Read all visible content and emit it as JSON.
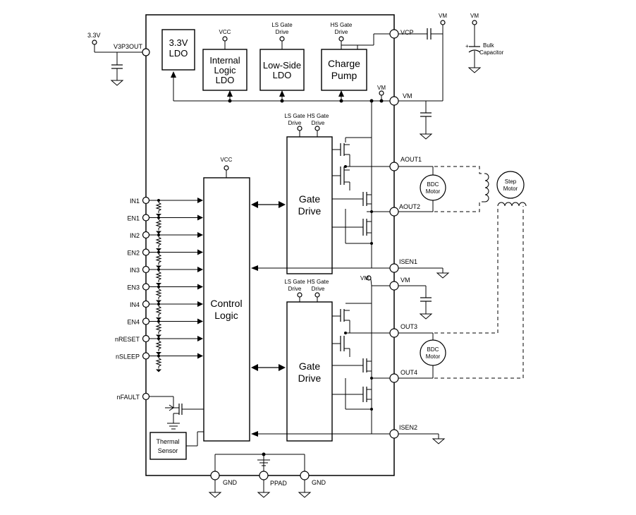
{
  "blocks": {
    "ldo33": [
      "3.3V",
      "LDO"
    ],
    "internal_logic": [
      "Internal",
      "Logic",
      "LDO"
    ],
    "low_side": [
      "Low-Side",
      "LDO"
    ],
    "charge_pump": [
      "Charge",
      "Pump"
    ],
    "control_logic": [
      "Control",
      "Logic"
    ],
    "gate_drive_top": [
      "Gate",
      "Drive"
    ],
    "gate_drive_bottom": [
      "Gate",
      "Drive"
    ],
    "thermal": [
      "Thermal",
      "Sensor"
    ]
  },
  "supply_labels": {
    "vcc": "VCC",
    "ls_gate_drive": [
      "LS Gate",
      "Drive"
    ],
    "hs_gate_drive": [
      "HS Gate",
      "Drive"
    ],
    "vm": "VM",
    "v33": "3.3V",
    "v3p3out": "V3P3OUT",
    "bulk": [
      "Bulk",
      "Capacitor"
    ]
  },
  "input_pins": [
    "IN1",
    "EN1",
    "IN2",
    "EN2",
    "IN3",
    "EN3",
    "IN4",
    "EN4",
    "nRESET",
    "nSLEEP"
  ],
  "nfault": "nFAULT",
  "right_pins": {
    "vcp": "VCP",
    "vm": "VM",
    "aout1": "AOUT1",
    "aout2": "AOUT2",
    "isen1": "ISEN1",
    "vm2": "VM",
    "out3": "OUT3",
    "out4": "OUT4",
    "isen2": "ISEN2"
  },
  "bottom_pins": {
    "gnd_left": "GND",
    "ppad": "PPAD",
    "gnd_right": "GND"
  },
  "motors": {
    "bdc_top": [
      "BDC",
      "Motor"
    ],
    "step": [
      "Step",
      "Motor"
    ],
    "bdc_bottom": [
      "BDC",
      "Motor"
    ]
  }
}
